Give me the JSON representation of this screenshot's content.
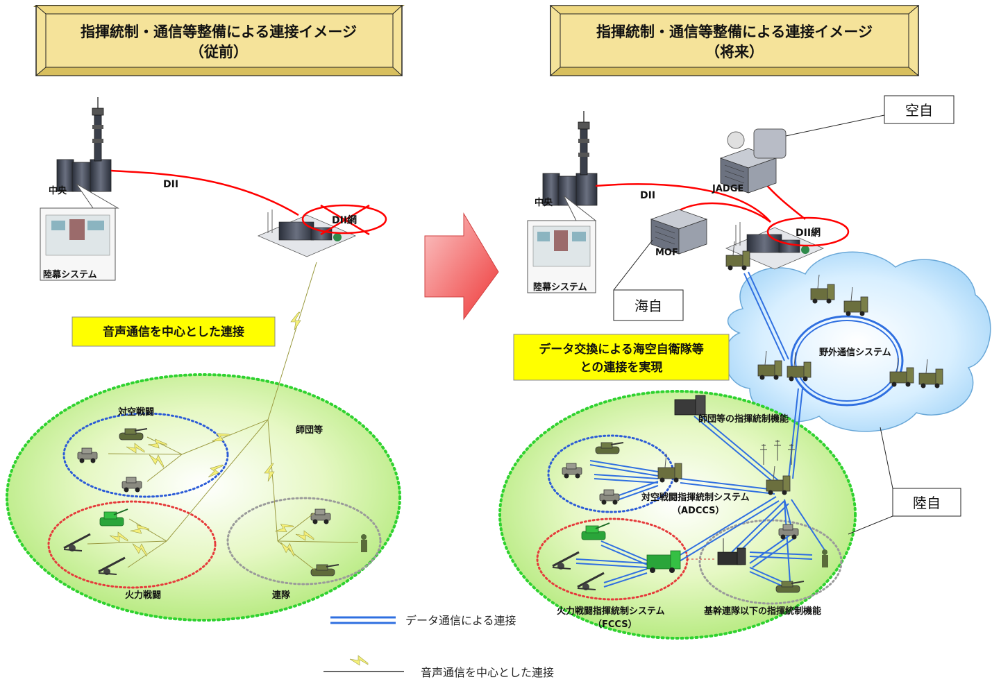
{
  "left_panel": {
    "title_line1": "指揮統制・通信等整備による連接イメージ",
    "title_line2": "（従前）",
    "central_label": "中央",
    "system_label": "陸幕システム",
    "dii_label": "DII",
    "dii_net_label": "DII網",
    "voice_callout": "音声通信を中心とした連接",
    "division_label": "師団等",
    "air_defense_label": "対空戦闘",
    "fire_support_label": "火力戦闘",
    "regiment_label": "連隊"
  },
  "right_panel": {
    "title_line1": "指揮統制・通信等整備による連接イメージ",
    "title_line2": "（将来）",
    "central_label": "中央",
    "system_label": "陸幕システム",
    "dii_label": "DII",
    "dii_net_label": "DII網",
    "mof_label": "MOF",
    "jadge_label": "JADGE",
    "asdf_box": "空自",
    "msdf_box": "海自",
    "gsdf_box": "陸自",
    "field_comm_label": "野外通信システム",
    "data_callout_line1": "データ交換による海空自衛隊等",
    "data_callout_line2": "との連接を実現",
    "division_c2_label": "師団等の指揮統制機能",
    "adccs_line1": "対空戦闘指揮統制システム",
    "adccs_line2": "（ADCCS）",
    "fccs_line1": "火力戦闘指揮統制システム",
    "fccs_line2": "（FCCS）",
    "regiment_c2_label": "基幹連隊以下の指揮統制機能"
  },
  "legend": {
    "data_link": "データ通信による連接",
    "voice_link": "音声通信を中心とした連接"
  },
  "colors": {
    "title_fill": "#f5e39a",
    "callout_fill": "#ffff00",
    "ellipse_fill": "#d9f3a8",
    "ellipse_border": "#2fd22f",
    "dii_line": "#ff0000",
    "data_line": "#2f6fe0",
    "voice_bolt": "#f5f07a",
    "cloud_fill": "#bfe3fb",
    "arrow_fill": "#f45a5a"
  }
}
